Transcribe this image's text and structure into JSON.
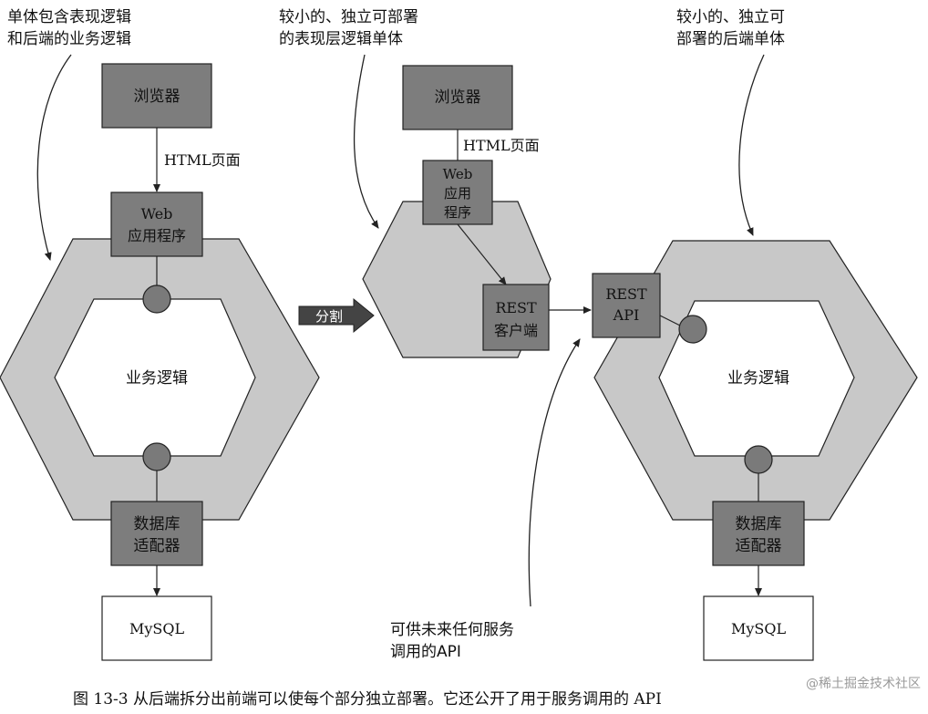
{
  "annotations": {
    "left": [
      "单体包含表现逻辑",
      "和后端的业务逻辑"
    ],
    "middle": [
      "较小的、独立可部署",
      "的表现层逻辑单体"
    ],
    "right": [
      "较小的、独立可",
      "部署的后端单体"
    ],
    "api_note": [
      "可供未来任何服务",
      "调用的API"
    ]
  },
  "left_monolith": {
    "browser": "浏览器",
    "html_page": "HTML页面",
    "web_app": [
      "Web",
      "应用程序"
    ],
    "business_logic": "业务逻辑",
    "db_adapter": [
      "数据库",
      "适配器"
    ],
    "mysql": "MySQL"
  },
  "split_arrow": "分割",
  "frontend": {
    "browser": "浏览器",
    "html_page": "HTML页面",
    "web_app": [
      "Web",
      "应用",
      "程序"
    ],
    "rest_client": [
      "REST",
      "客户端"
    ]
  },
  "backend": {
    "rest_api": [
      "REST",
      "API"
    ],
    "business_logic": "业务逻辑",
    "db_adapter": [
      "数据库",
      "适配器"
    ],
    "mysql": "MySQL"
  },
  "caption": "图 13-3   从后端拆分出前端可以使每个部分独立部署。它还公开了用于服务调用的 API",
  "watermark": "@稀土掘金技术社区",
  "colors": {
    "box_fill": "#7d7d7d",
    "hexagon_fill": "#c8c8c8",
    "stroke": "#222222",
    "background": "#ffffff"
  }
}
